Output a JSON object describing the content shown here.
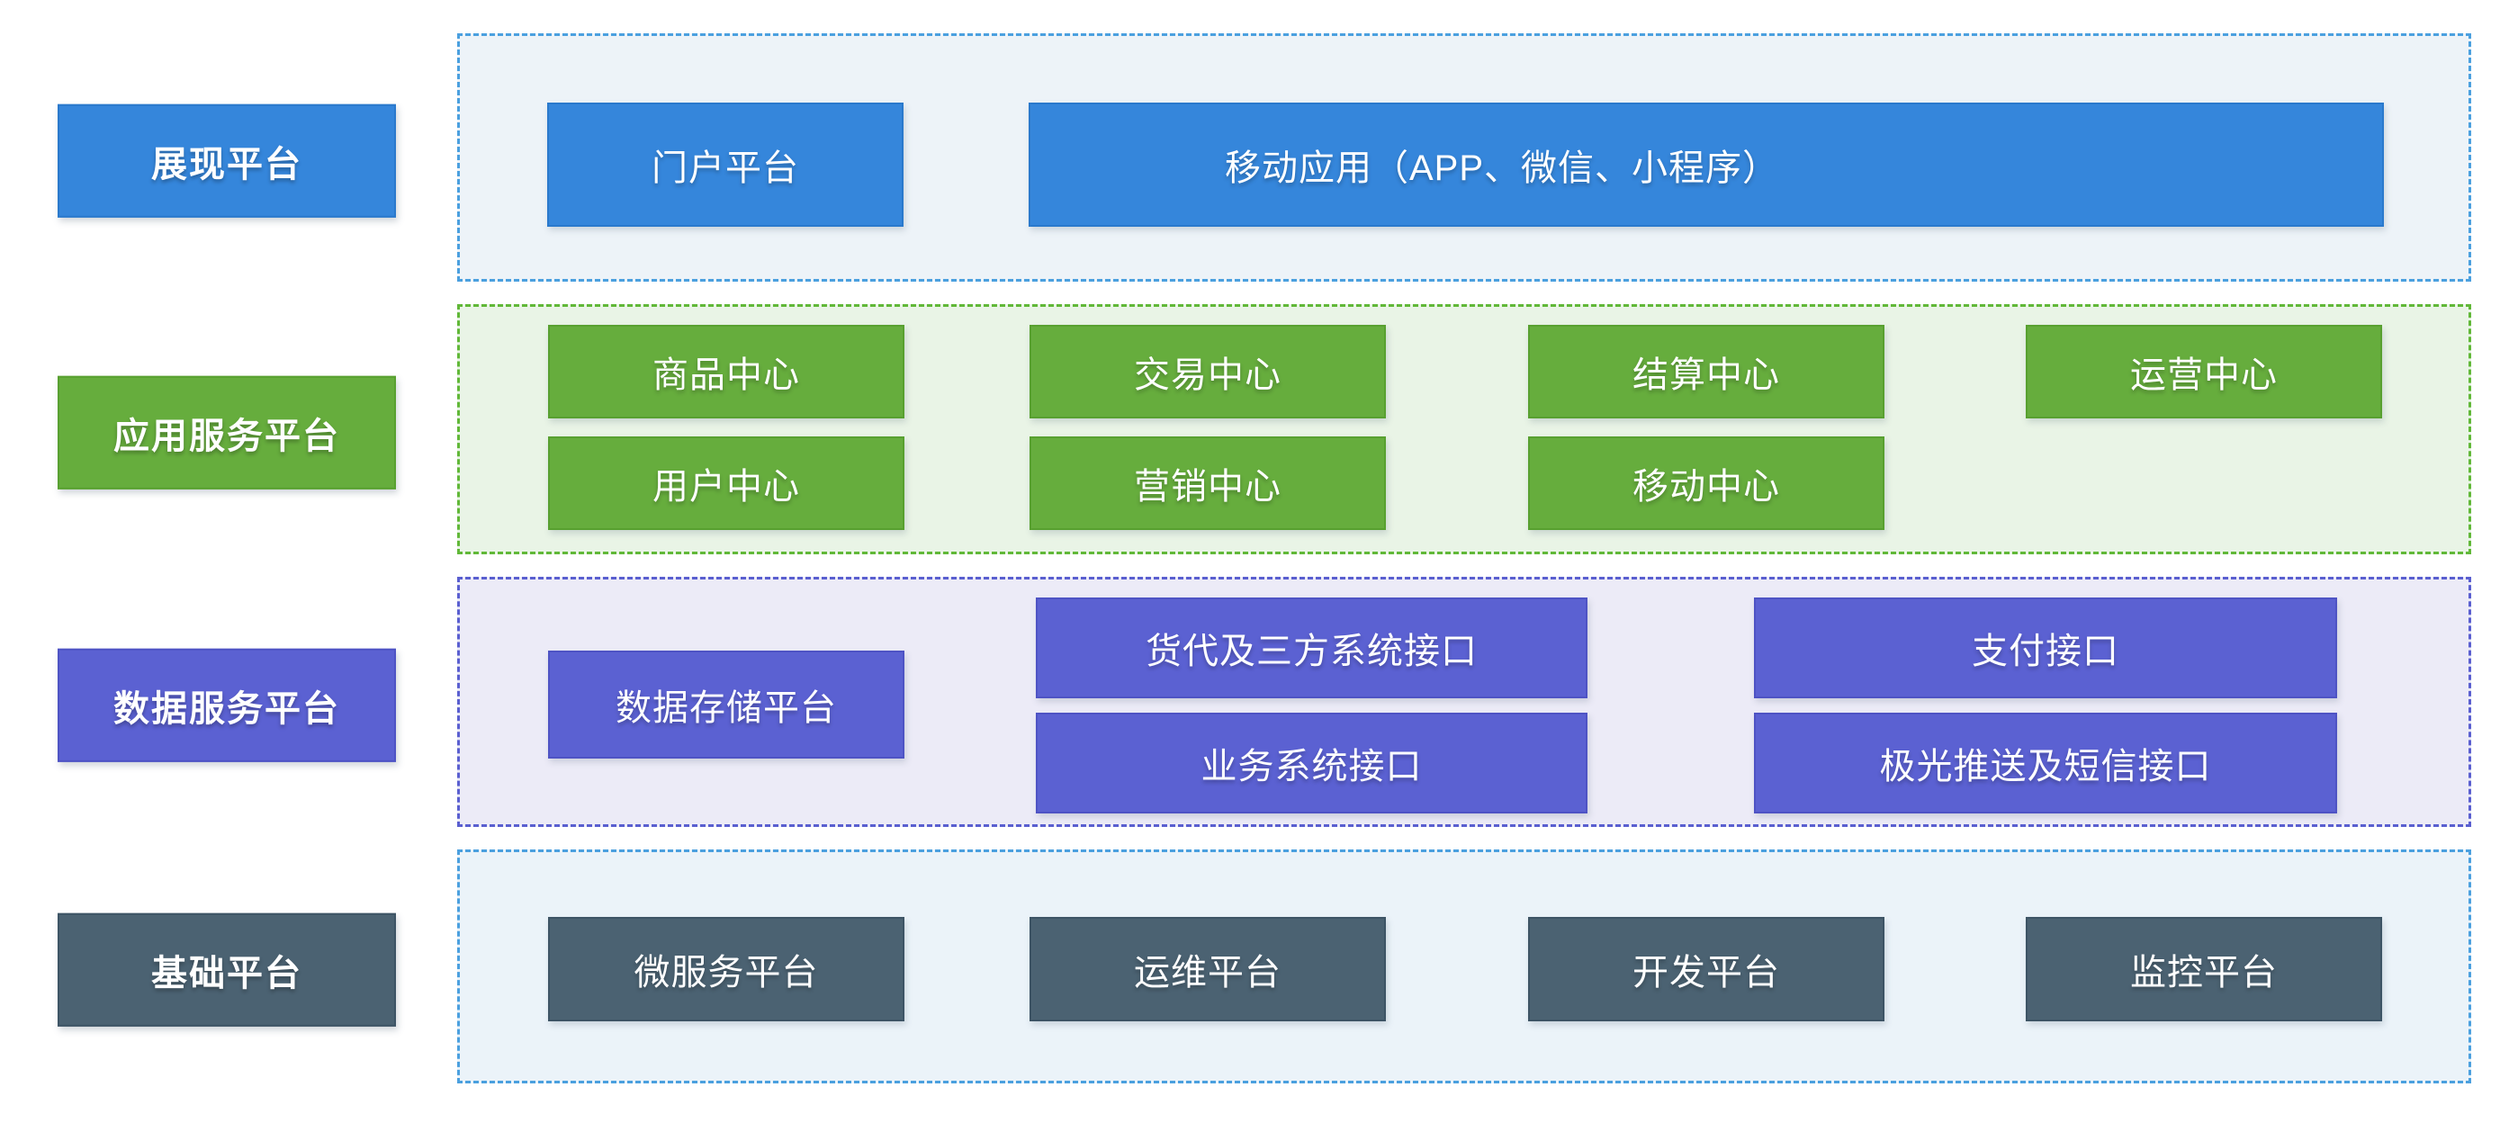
{
  "diagram": {
    "type": "layered-architecture",
    "background": "#ffffff"
  },
  "rows": [
    {
      "label": "展现平台",
      "colors": {
        "block_fill": "#3586DB",
        "block_border": "#2A79CC",
        "container_bg": "#EDF3F8",
        "container_border": "#4BA0DF"
      },
      "boxes": [
        {
          "label": "门户平台"
        },
        {
          "label": "移动应用（APP、微信、小程序）"
        }
      ]
    },
    {
      "label": "应用服务平台",
      "colors": {
        "block_fill": "#66AD3D",
        "block_border": "#58A030",
        "container_bg": "#E9F4E6",
        "container_border": "#61B838"
      },
      "boxes": [
        {
          "label": "商品中心"
        },
        {
          "label": "交易中心"
        },
        {
          "label": "结算中心"
        },
        {
          "label": "运营中心"
        },
        {
          "label": "用户中心"
        },
        {
          "label": "营销中心"
        },
        {
          "label": "移动中心"
        }
      ]
    },
    {
      "label": "数据服务平台",
      "colors": {
        "block_fill": "#5B61D2",
        "block_border": "#4E53C4",
        "container_bg": "#ECEBF7",
        "container_border": "#5A5FD0"
      },
      "boxes": [
        {
          "label": "数据存储平台"
        },
        {
          "label": "货代及三方系统接口"
        },
        {
          "label": "业务系统接口"
        },
        {
          "label": "支付接口"
        },
        {
          "label": "极光推送及短信接口"
        }
      ]
    },
    {
      "label": "基础平台",
      "colors": {
        "block_fill": "#4B6272",
        "block_border": "#3D5465",
        "container_bg": "#EBF3F9",
        "container_border": "#4BA0DF"
      },
      "boxes": [
        {
          "label": "微服务平台"
        },
        {
          "label": "运维平台"
        },
        {
          "label": "开发平台"
        },
        {
          "label": "监控平台"
        }
      ]
    }
  ]
}
